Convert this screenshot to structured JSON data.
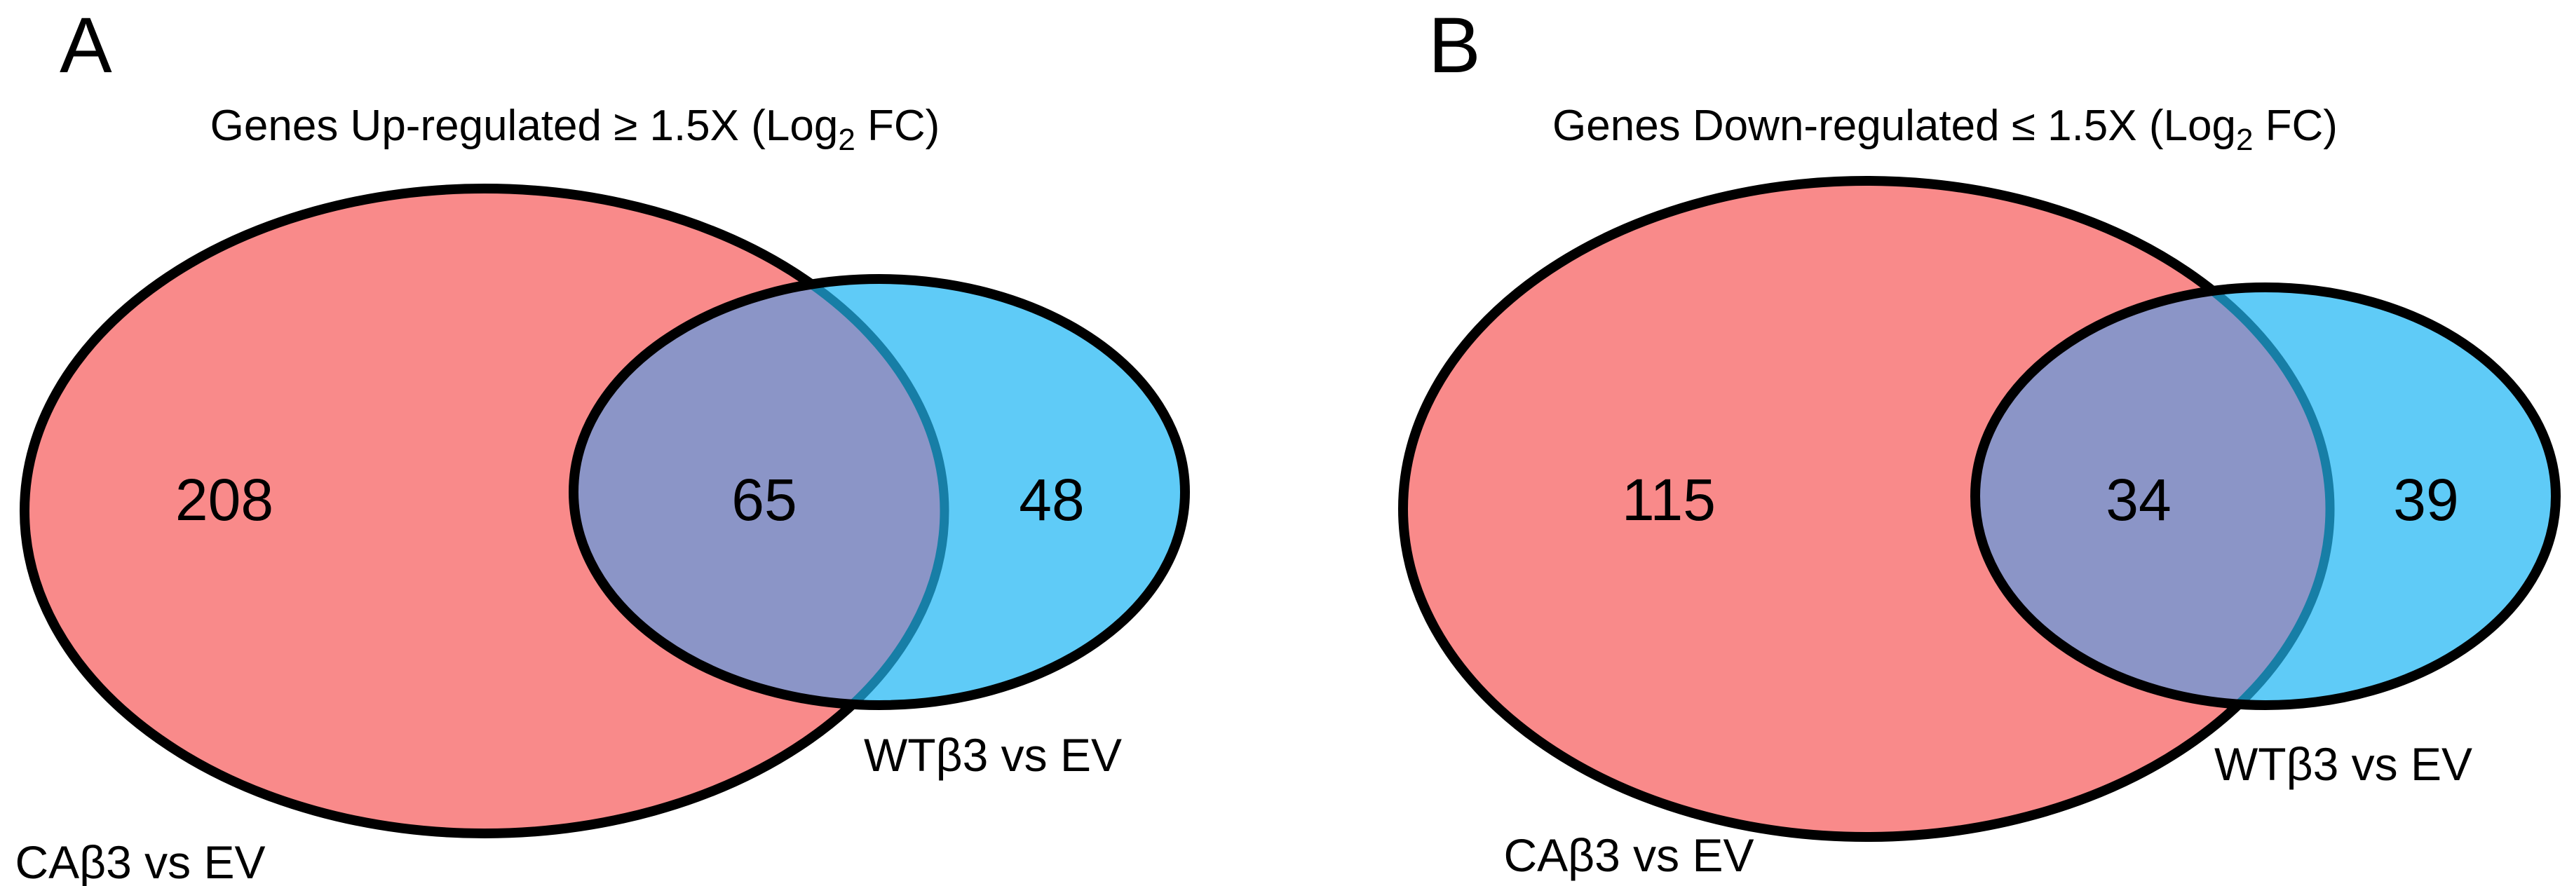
{
  "figure": {
    "background": "#FFFFFF",
    "colors": {
      "left_fill": "#F98A8A",
      "right_fill": "#5FCBF7",
      "overlap_fill": "#8B95C7",
      "divider": "#177EA6",
      "outline": "#000000",
      "text": "#000000"
    },
    "panels": [
      {
        "letter": "A",
        "title": {
          "prefix": "Genes Up-regulated ≥ 1.5X (Log",
          "subscript": "2",
          "suffix": " FC)"
        },
        "sets": {
          "left": {
            "label": "CAβ3 vs EV",
            "only_count": "208"
          },
          "right": {
            "label": "WTβ3 vs EV",
            "only_count": "48"
          },
          "overlap_count": "65"
        }
      },
      {
        "letter": "B",
        "title": {
          "prefix": "Genes Down-regulated ≤ 1.5X (Log",
          "subscript": "2",
          "suffix": " FC)"
        },
        "sets": {
          "left": {
            "label": "CAβ3 vs EV",
            "only_count": "115"
          },
          "right": {
            "label": "WTβ3 vs EV",
            "only_count": "39"
          },
          "overlap_count": "34"
        }
      }
    ]
  }
}
